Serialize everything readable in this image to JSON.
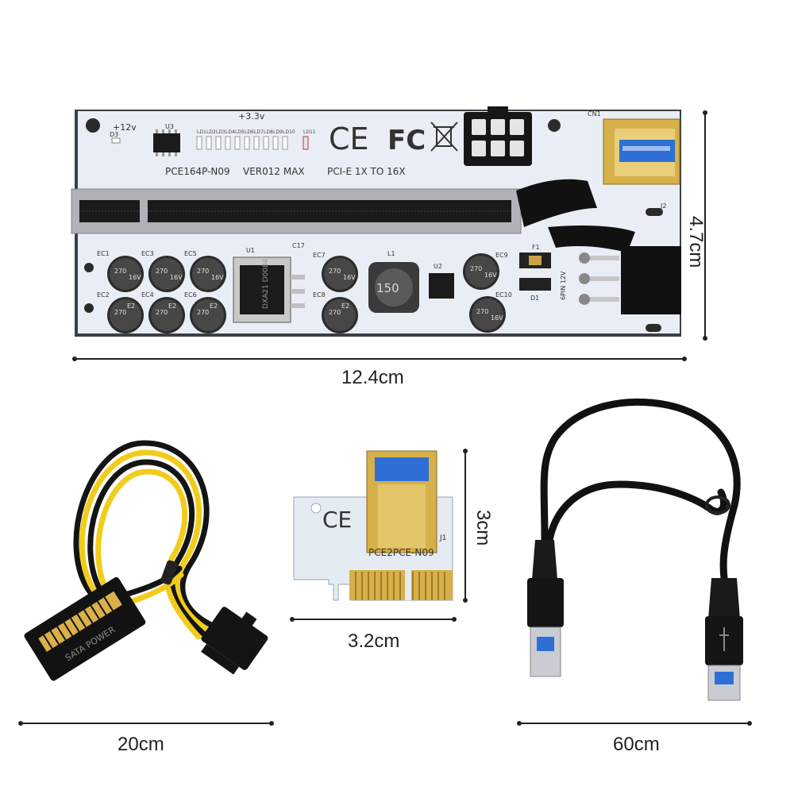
{
  "main_board": {
    "part_number": "PCE164P-N09",
    "version": "VER012 MAX",
    "interface": "PCI-E 1X TO 16X",
    "label_12v": "+12v",
    "label_33v": "+3.3v",
    "chip_u3": "U3",
    "chip_u1": "U1",
    "chip_u2": "U2",
    "inductor_l1": "L1",
    "inductor_value": "150",
    "label_cn1": "CN1",
    "label_j2": "J2",
    "label_f1": "F1",
    "label_d1": "D1",
    "label_d3": "D3",
    "label_c17": "C17",
    "label_6pin_12v": "6PIN 12V",
    "cap_value": "270",
    "cap_rating": "16V",
    "cap_series": "E2",
    "regulator_text": "DXA21 D0084",
    "cert_ce": "CE",
    "cert_fc": "FC",
    "leds": [
      "LD1",
      "LD2",
      "LD3",
      "LD4",
      "LD5",
      "LD6",
      "LD7",
      "LD8",
      "LD9",
      "LD10",
      "LD11"
    ],
    "caps": [
      "EC1",
      "EC2",
      "EC3",
      "EC4",
      "EC5",
      "EC6",
      "EC7",
      "EC8",
      "EC9",
      "EC10"
    ]
  },
  "small_board": {
    "part_number": "PCE2PCE-N09",
    "label_j1": "J1",
    "cert_ce": "CE"
  },
  "cable": {
    "sata_text": "SATA POWER"
  },
  "dimensions": {
    "board_width": "12.4cm",
    "board_height": "4.7cm",
    "small_width": "3.2cm",
    "small_height": "3cm",
    "power_cable": "20cm",
    "usb_cable": "60cm"
  },
  "colors": {
    "pcb": "#e9eef6",
    "slot": "#b0b2b8",
    "gold": "#d6b04a",
    "usb_blue": "#2e6fd6",
    "wire_yellow": "#f2cc1c",
    "wire_black": "#141414"
  }
}
